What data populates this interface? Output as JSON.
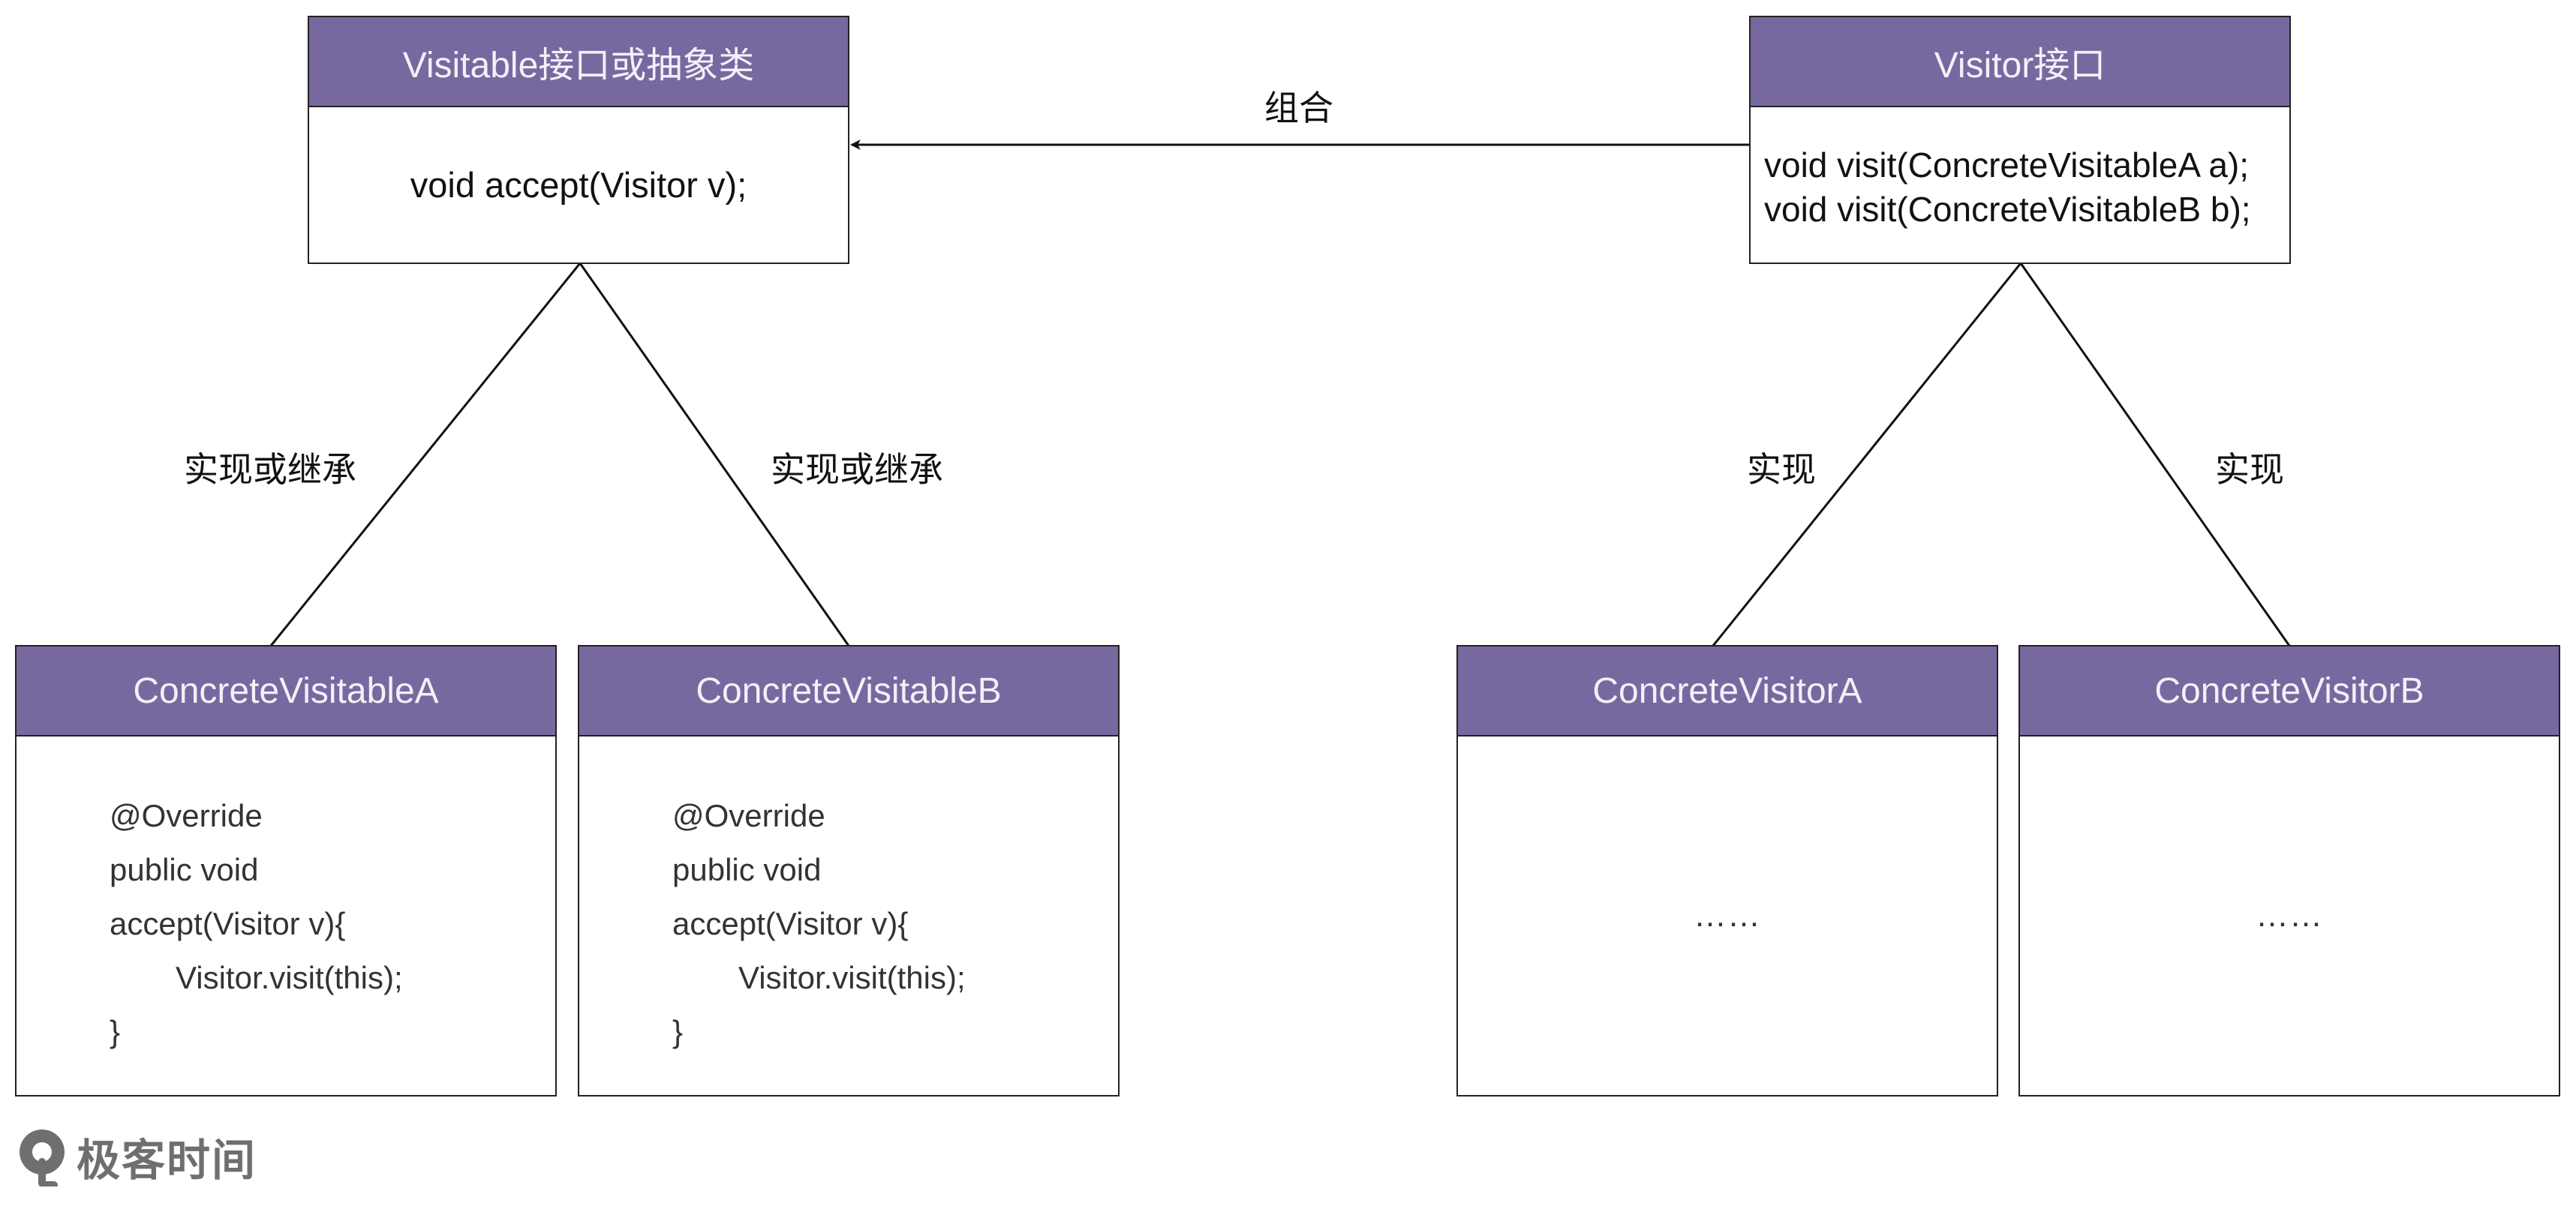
{
  "nodes": {
    "visitable": {
      "title": "Visitable接口或抽象类",
      "method": "void accept(Visitor v);"
    },
    "visitor": {
      "title": "Visitor接口",
      "methods": [
        "void visit(ConcreteVisitableA a);",
        "void visit(ConcreteVisitableB b);"
      ]
    },
    "concrete_visitable_a": {
      "title": "ConcreteVisitableA",
      "code": [
        "@Override",
        "public void",
        "accept(Visitor v){",
        "Visitor.visit(this);",
        "}"
      ]
    },
    "concrete_visitable_b": {
      "title": "ConcreteVisitableB",
      "code": [
        "@Override",
        "public void",
        "accept(Visitor v){",
        "Visitor.visit(this);",
        "}"
      ]
    },
    "concrete_visitor_a": {
      "title": "ConcreteVisitorA",
      "body": "……"
    },
    "concrete_visitor_b": {
      "title": "ConcreteVisitorB",
      "body": "……"
    }
  },
  "edges": {
    "composition_label": "组合",
    "visitable_a_label": "实现或继承",
    "visitable_b_label": "实现或继承",
    "visitor_a_label": "实现",
    "visitor_b_label": "实现"
  },
  "colors": {
    "header_fill": "#77699f",
    "header_text": "#f2f0f8",
    "line": "#111111"
  },
  "logo": {
    "text": "极客时间",
    "icon": "geektime-logo-icon"
  }
}
